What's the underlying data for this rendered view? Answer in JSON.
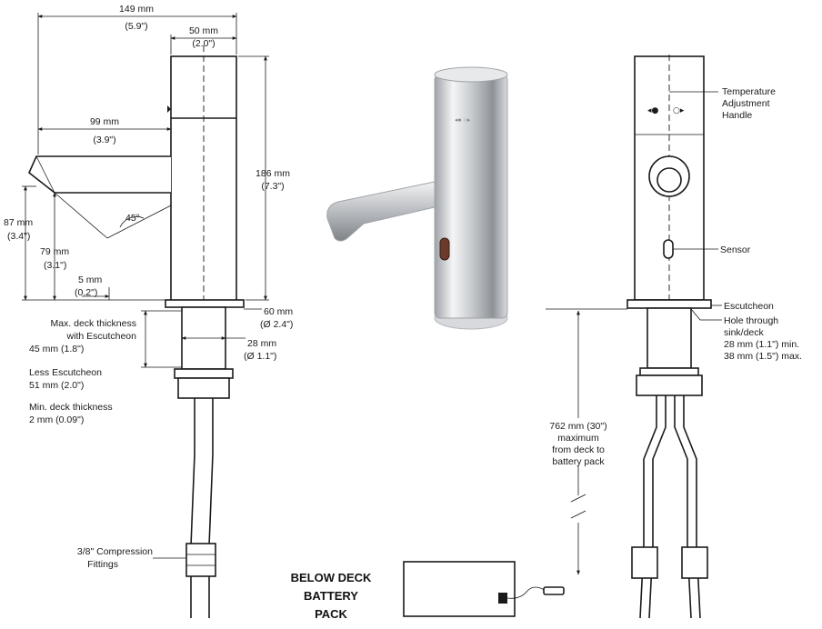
{
  "side_view": {
    "overall_width": {
      "mm": "149 mm",
      "in": "(5.9\")"
    },
    "body_width": {
      "mm": "50 mm",
      "in": "(2.0\")"
    },
    "spout_reach": {
      "mm": "99 mm",
      "in": "(3.9\")"
    },
    "height": {
      "mm": "186 mm",
      "in": "(7.3\")"
    },
    "spout_height": {
      "mm": "87 mm",
      "in": "(3.4\")"
    },
    "outlet_height": {
      "mm": "79 mm",
      "in": "(3.1\")"
    },
    "angle": "45°",
    "offset": {
      "mm": "5 mm",
      "in": "(0.2\")"
    },
    "escutcheon_dia": {
      "mm": "60 mm",
      "in": "(Ø 2.4\")"
    },
    "shank_dia": {
      "mm": "28 mm",
      "in": "(Ø 1.1\")"
    },
    "max_deck": [
      "Max. deck thickness",
      "with Escutcheon",
      "45 mm (1.8\")"
    ],
    "less_escutcheon": [
      "Less Escutcheon",
      "51 mm (2.0\")"
    ],
    "min_deck": [
      "Min. deck thickness",
      "2 mm (0.09\")"
    ],
    "fittings": [
      "3/8\" Compression",
      "Fittings"
    ]
  },
  "front_view": {
    "temperature": [
      "Temperature",
      "Adjustment",
      "Handle"
    ],
    "sensor": "Sensor",
    "escutcheon": "Escutcheon",
    "hole": [
      "Hole through",
      "sink/deck",
      "28 mm (1.1\") min.",
      "38 mm (1.5\") max."
    ],
    "max_distance": [
      "762 mm (30\")",
      "maximum",
      "from deck to",
      "battery pack"
    ]
  },
  "battery": [
    "BELOW DECK",
    "BATTERY",
    "PACK"
  ],
  "colors": {
    "line": "#1a1a1a",
    "chrome": "#c8cbcf",
    "background": "#ffffff"
  }
}
